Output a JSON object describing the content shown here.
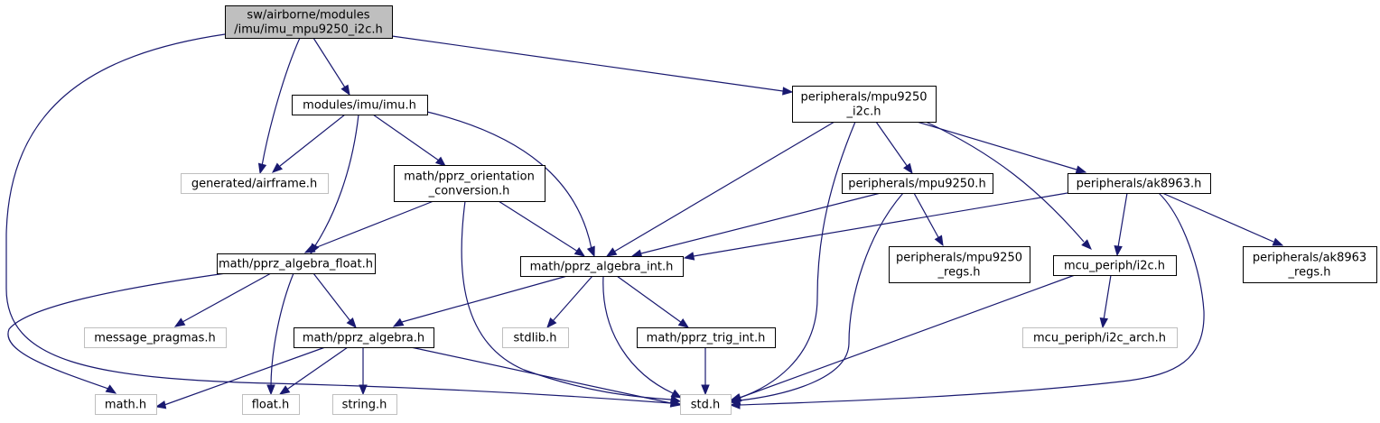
{
  "graph": {
    "title": "Include dependency graph for imu_mpu9250_i2c.h",
    "edge_color": "#191970",
    "nodes": [
      {
        "id": "root",
        "lines": [
          "sw/airborne/modules",
          "/imu/imu_mpu9250_i2c.h"
        ],
        "style": "root"
      },
      {
        "id": "imu",
        "lines": [
          "modules/imu/imu.h"
        ],
        "style": "solid"
      },
      {
        "id": "mpu_i2c",
        "lines": [
          "peripherals/mpu9250",
          "_i2c.h"
        ],
        "style": "solid"
      },
      {
        "id": "airframe",
        "lines": [
          "generated/airframe.h"
        ],
        "style": "ghost"
      },
      {
        "id": "orient",
        "lines": [
          "math/pprz_orientation",
          "_conversion.h"
        ],
        "style": "solid"
      },
      {
        "id": "mpu",
        "lines": [
          "peripherals/mpu9250.h"
        ],
        "style": "solid"
      },
      {
        "id": "ak",
        "lines": [
          "peripherals/ak8963.h"
        ],
        "style": "solid"
      },
      {
        "id": "alg_float",
        "lines": [
          "math/pprz_algebra_float.h"
        ],
        "style": "solid"
      },
      {
        "id": "alg_int",
        "lines": [
          "math/pprz_algebra_int.h"
        ],
        "style": "solid"
      },
      {
        "id": "mpu_regs",
        "lines": [
          "peripherals/mpu9250",
          "_regs.h"
        ],
        "style": "solid"
      },
      {
        "id": "i2c",
        "lines": [
          "mcu_periph/i2c.h"
        ],
        "style": "solid"
      },
      {
        "id": "ak_regs",
        "lines": [
          "peripherals/ak8963",
          "_regs.h"
        ],
        "style": "solid"
      },
      {
        "id": "msg",
        "lines": [
          "message_pragmas.h"
        ],
        "style": "ghost"
      },
      {
        "id": "alg",
        "lines": [
          "math/pprz_algebra.h"
        ],
        "style": "solid"
      },
      {
        "id": "stdlib",
        "lines": [
          "stdlib.h"
        ],
        "style": "ghost"
      },
      {
        "id": "trig",
        "lines": [
          "math/pprz_trig_int.h"
        ],
        "style": "solid"
      },
      {
        "id": "i2c_arch",
        "lines": [
          "mcu_periph/i2c_arch.h"
        ],
        "style": "ghost"
      },
      {
        "id": "math",
        "lines": [
          "math.h"
        ],
        "style": "ghost"
      },
      {
        "id": "float",
        "lines": [
          "float.h"
        ],
        "style": "ghost"
      },
      {
        "id": "string",
        "lines": [
          "string.h"
        ],
        "style": "ghost"
      },
      {
        "id": "std",
        "lines": [
          "std.h"
        ],
        "style": "ghost"
      }
    ],
    "edges": [
      [
        "root",
        "imu"
      ],
      [
        "root",
        "airframe"
      ],
      [
        "root",
        "mpu_i2c"
      ],
      [
        "root",
        "std"
      ],
      [
        "imu",
        "airframe"
      ],
      [
        "imu",
        "orient"
      ],
      [
        "imu",
        "alg_float"
      ],
      [
        "imu",
        "alg_int"
      ],
      [
        "orient",
        "alg_float"
      ],
      [
        "orient",
        "alg_int"
      ],
      [
        "orient",
        "std"
      ],
      [
        "mpu_i2c",
        "alg_int"
      ],
      [
        "mpu_i2c",
        "std"
      ],
      [
        "mpu_i2c",
        "mpu"
      ],
      [
        "mpu_i2c",
        "ak"
      ],
      [
        "mpu_i2c",
        "i2c"
      ],
      [
        "mpu",
        "alg_int"
      ],
      [
        "mpu",
        "mpu_regs"
      ],
      [
        "mpu",
        "std"
      ],
      [
        "ak",
        "alg_int"
      ],
      [
        "ak",
        "i2c"
      ],
      [
        "ak",
        "ak_regs"
      ],
      [
        "ak",
        "std"
      ],
      [
        "alg_float",
        "math"
      ],
      [
        "alg_float",
        "msg"
      ],
      [
        "alg_float",
        "float"
      ],
      [
        "alg_float",
        "alg"
      ],
      [
        "alg_int",
        "alg"
      ],
      [
        "alg_int",
        "stdlib"
      ],
      [
        "alg_int",
        "std"
      ],
      [
        "alg_int",
        "trig"
      ],
      [
        "i2c",
        "std"
      ],
      [
        "i2c",
        "i2c_arch"
      ],
      [
        "alg",
        "math"
      ],
      [
        "alg",
        "float"
      ],
      [
        "alg",
        "string"
      ],
      [
        "alg",
        "std"
      ],
      [
        "trig",
        "std"
      ]
    ]
  }
}
